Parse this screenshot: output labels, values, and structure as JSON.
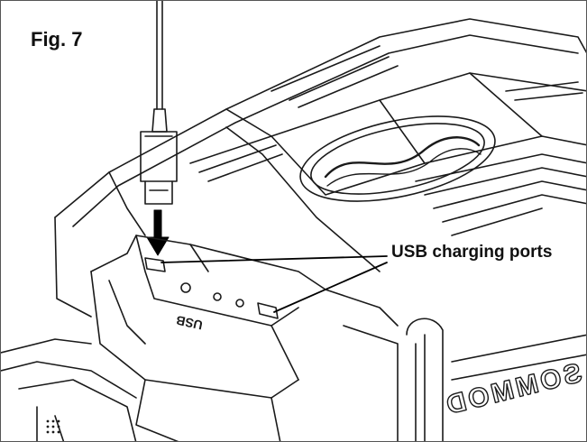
{
  "figure": {
    "label": "Fig. 7",
    "callout_text": "USB charging ports"
  },
  "device": {
    "port_label": "USB",
    "brand_text": "SOMMOD"
  },
  "colors": {
    "line": "#1a1a1a",
    "arrow": "#000000",
    "background": "#ffffff",
    "frame": "#555555"
  },
  "icons": {
    "arrow": "down-arrow-icon",
    "usb_plug": "usb-plug-icon",
    "brand_logo": "swoosh-logo-icon"
  }
}
